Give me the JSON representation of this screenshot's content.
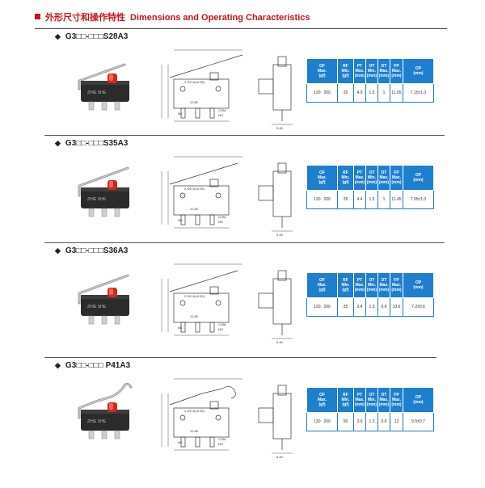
{
  "header": {
    "title_cn": "外形尺寸和操作特性",
    "title_en": "Dimensions and Operating Characteristics"
  },
  "brand_color": "#d0101c",
  "table_color": "#1e7fcf",
  "table_headers": [
    {
      "line1": "OF",
      "line2": "Max.",
      "line3": "(gf)"
    },
    {
      "line1": "RF",
      "line2": "Min.",
      "line3": "(gf)"
    },
    {
      "line1": "PT",
      "line2": "Max.",
      "line3": "(mm)"
    },
    {
      "line1": "OT",
      "line2": "Min.",
      "line3": "(mm)"
    },
    {
      "line1": "DT",
      "line2": "Max.",
      "line3": "(mm)"
    },
    {
      "line1": "FP",
      "line2": "Max.",
      "line3": "(mm)"
    },
    {
      "line1": "OP",
      "line2": "(mm)",
      "line3": ""
    }
  ],
  "models": [
    {
      "name": "G3□□-□□□S28A3",
      "body_label": "ZHIE SHE",
      "values": [
        "130",
        "200",
        "25",
        "4.5",
        "1.5",
        "1",
        "11.65",
        "7.15±1.0"
      ]
    },
    {
      "name": "G3□□-□□□S35A3",
      "body_label": "ZHIE SHE",
      "values": [
        "130",
        "200",
        "25",
        "4.4",
        "1.5",
        "1",
        "11.45",
        "7.05±1.0"
      ]
    },
    {
      "name": "G3□□-□□□S36A3",
      "body_label": "ZHIE SHE",
      "values": [
        "130",
        "200",
        "25",
        "3.4",
        "1.3",
        "0.6",
        "10.6",
        "7.2±0.6"
      ]
    },
    {
      "name": "G3□□-□□□ P41A3",
      "body_label": "ZHIE SHE",
      "values": [
        "130",
        "200",
        "50",
        "3.5",
        "1.2",
        "0.6",
        "13",
        "9.5±0.7"
      ]
    }
  ],
  "drawing_labels": {
    "hole_dim": "2-Φ2.2(±0.05)",
    "nc": "NC",
    "com": "COM",
    "no": "NO",
    "width": "5.40",
    "pitch": "12.80"
  }
}
